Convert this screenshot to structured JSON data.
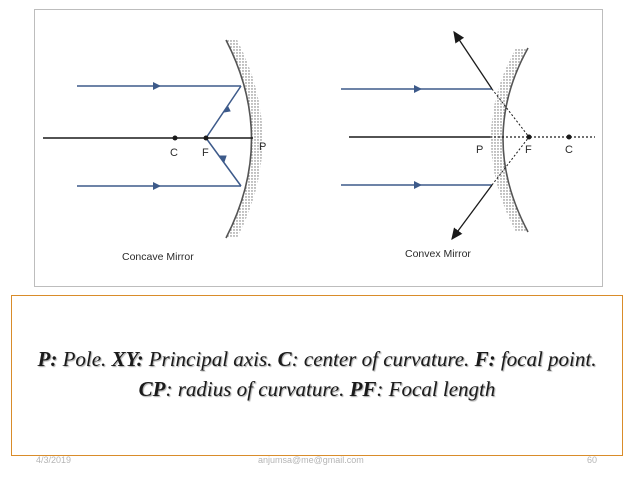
{
  "diagram": {
    "concave": {
      "caption": "Concave Mirror",
      "labels": {
        "c": "C",
        "f": "F",
        "p": "P"
      }
    },
    "convex": {
      "caption": "Convex Mirror",
      "labels": {
        "p": "P",
        "f": "F",
        "c": "C"
      }
    }
  },
  "legend": {
    "items": [
      {
        "term": "P:",
        "desc": " Pole. "
      },
      {
        "term": "XY:",
        "desc": " Principal axis. "
      },
      {
        "term": "C",
        "desc": ": center of curvature. "
      },
      {
        "term": "F:",
        "desc": " focal point. "
      },
      {
        "term": "CP",
        "desc": ": radius of curvature. "
      },
      {
        "term": "PF",
        "desc": ": Focal length"
      }
    ]
  },
  "footer": {
    "date": "4/3/2019",
    "email": "anjumsa@me@gmail.com",
    "page": "60"
  },
  "colors": {
    "ray": "#3d5a8a",
    "axis": "#1a1a1a",
    "mirror": "#555555",
    "legend_border": "#d98c2a",
    "figure_border": "#bdbdbd"
  }
}
